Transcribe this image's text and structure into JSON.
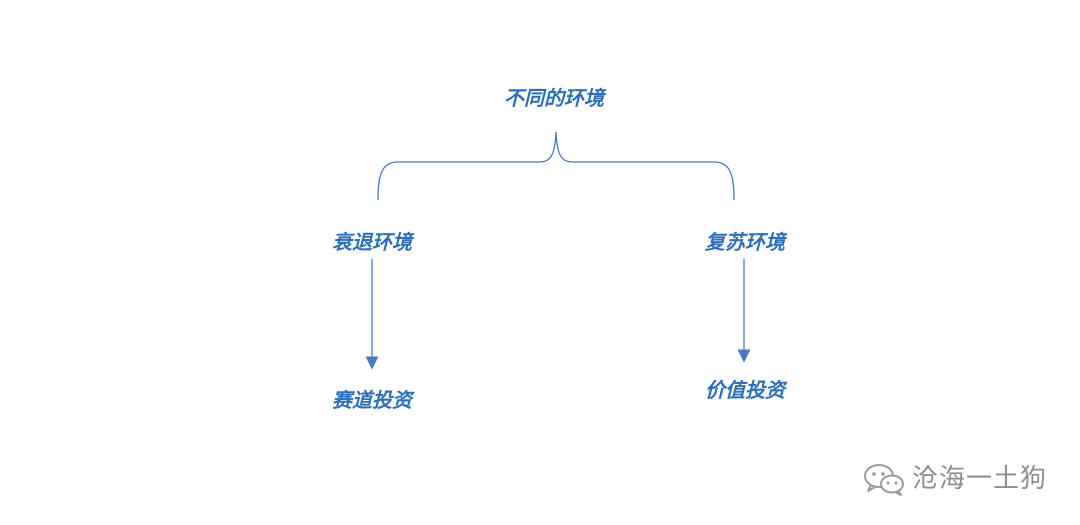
{
  "colors": {
    "text": "#2e6fb7",
    "lines": "#4a78c2",
    "watermark": "#8f8f8f"
  },
  "diagram": {
    "root": "不同的环境",
    "branches": [
      {
        "label": "衰退环境",
        "leaf": "赛道投资"
      },
      {
        "label": "复苏环境",
        "leaf": "价值投资"
      }
    ]
  },
  "watermark": {
    "icon": "wechat-icon",
    "text": "沧海一土狗"
  }
}
